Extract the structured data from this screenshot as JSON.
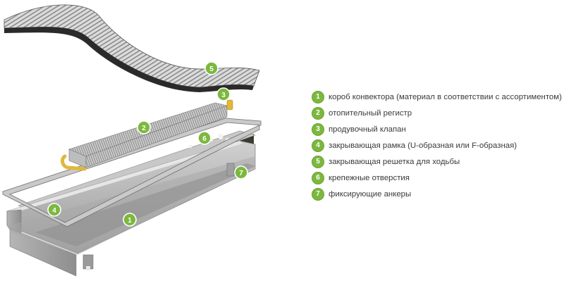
{
  "legend": [
    {
      "num": "1",
      "label": "короб конвектора (материал в соответствии с ассортиментом)"
    },
    {
      "num": "2",
      "label": "отопительный регистр"
    },
    {
      "num": "3",
      "label": "продувочный клапан"
    },
    {
      "num": "4",
      "label": "закрывающая рамка (U-образная или F-образная)"
    },
    {
      "num": "5",
      "label": "закрывающая решетка для ходьбы"
    },
    {
      "num": "6",
      "label": "крепежные отверстия"
    },
    {
      "num": "7",
      "label": "фиксирующие анкеры"
    }
  ],
  "callouts": [
    "1",
    "2",
    "3",
    "4",
    "5",
    "6",
    "7"
  ],
  "colors": {
    "badge": "#7cb83e",
    "steel": "#b9b9b9",
    "trough_inner": "#3b3a2e",
    "valve": "#e0b83a"
  }
}
